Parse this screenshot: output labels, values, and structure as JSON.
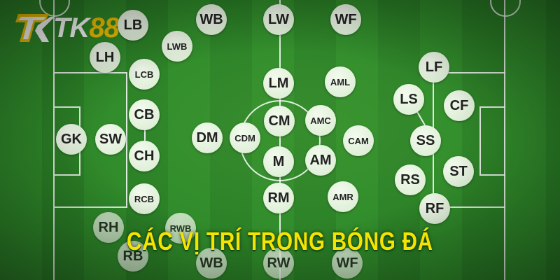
{
  "brand": {
    "letters": "TK",
    "number": "88"
  },
  "caption": "CÁC VỊ TRÍ TRONG BÓNG ĐÁ",
  "positions": {
    "lb": "LB",
    "wb_top": "WB",
    "lw": "LW",
    "wf_top": "WF",
    "lh": "LH",
    "lwb": "LWB",
    "lcb": "LCB",
    "lm": "LM",
    "aml": "AML",
    "lf": "LF",
    "ls": "LS",
    "cf": "CF",
    "cb": "CB",
    "cm": "CM",
    "amc": "AMC",
    "gk": "GK",
    "sw": "SW",
    "dm": "DM",
    "cdm": "CDM",
    "cam": "CAM",
    "ss": "SS",
    "ch": "CH",
    "m": "M",
    "am": "AM",
    "st": "ST",
    "rs": "RS",
    "rcb": "RCB",
    "rm": "RM",
    "amr": "AMR",
    "rf": "RF",
    "rh": "RH",
    "rwb": "RWB",
    "rb": "RB",
    "wb_bottom": "WB",
    "rw": "RW",
    "wf_bottom": "WF"
  },
  "colors": {
    "pitch": "#2c8428",
    "caption": "#f5e300",
    "logo_accent": "#f4c300",
    "token_fill": "#e4f3dd"
  }
}
